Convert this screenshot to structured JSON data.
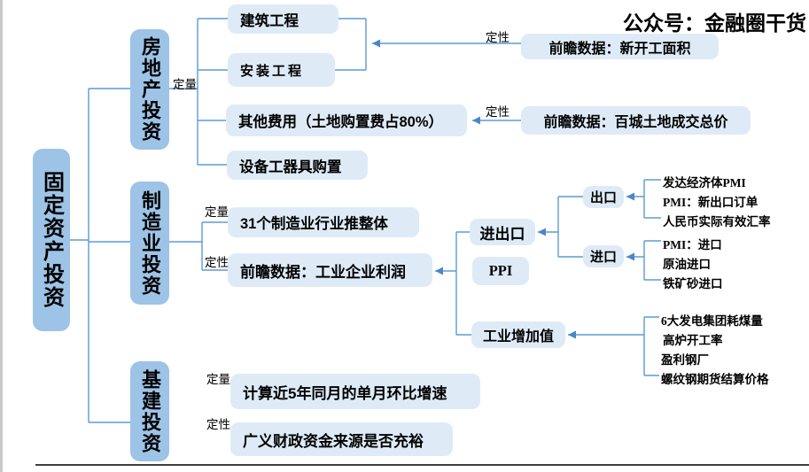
{
  "header": {
    "title": "公众号：金融圈干货"
  },
  "root": {
    "label": "固定资产投资"
  },
  "edge_labels": {
    "quantitative": "定量",
    "qualitative": "定性"
  },
  "real_estate": {
    "label": "房地产投资",
    "components": [
      "建筑工程",
      "安装工程",
      "其他费用（土地购置费占80%）",
      "设备工器具购置"
    ],
    "leading_new_construction": "前瞻数据：新开工面积",
    "leading_land_transaction": "前瞻数据：百城土地成交总价"
  },
  "manufacturing": {
    "label": "制造业投资",
    "quantitative_item": "31个制造业行业推整体",
    "qualitative_item": "前瞻数据：工业企业利润",
    "drivers": {
      "import_export": "进出口",
      "ppi": "PPI",
      "industrial_value_added": "工业增加值",
      "export": "出口",
      "import": "进口"
    },
    "export_indicators": [
      "发达经济体PMI",
      "PMI：新出口订单",
      "人民币实际有效汇率"
    ],
    "import_indicators": [
      "PMI：进口",
      "原油进口",
      "铁矿砂进口"
    ],
    "iva_indicators": [
      "6大发电集团耗煤量",
      "高炉开工率",
      "盈利钢厂",
      "螺纹钢期货结算价格"
    ]
  },
  "infrastructure": {
    "label": "基建投资",
    "quantitative_item": "计算近5年同月的单月环比增速",
    "qualitative_item": "广义财政资金来源是否充裕"
  },
  "colors": {
    "category_fill": "#9dc3e6",
    "item_fill": "#deebf7",
    "line": "#5b9bd5",
    "arrow": "#4a86c8"
  }
}
